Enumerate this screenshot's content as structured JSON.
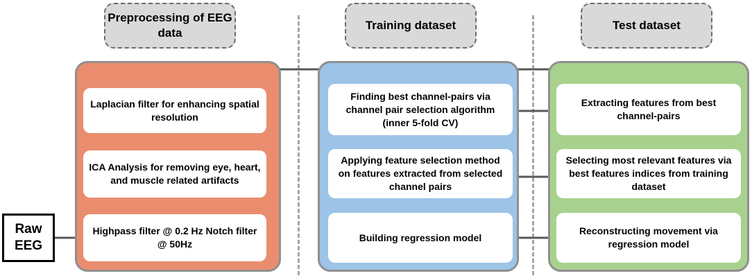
{
  "headers": {
    "preprocessing": "Preprocessing of EEG data",
    "training": "Training dataset",
    "test": "Test dataset"
  },
  "raw_input": "Raw EEG",
  "preprocessing_steps": {
    "laplacian": "Laplacian filter for enhancing spatial resolution",
    "ica": "ICA Analysis for removing eye, heart, and muscle related artifacts",
    "filters": "Highpass filter @ 0.2 Hz Notch filter @ 50Hz"
  },
  "training_steps": {
    "channel_pairs": "Finding best channel-pairs via channel pair selection algorithm (inner 5-fold CV)",
    "feature_selection": "Applying feature selection method on features extracted from selected channel pairs",
    "regression": "Building regression model"
  },
  "test_steps": {
    "extract": "Extracting features from best channel-pairs",
    "select": "Selecting most relevant features via best features indices from training dataset",
    "reconstruct": "Reconstructing movement via regression model"
  },
  "colors": {
    "preprocessing_panel": "#ea8d6f",
    "training_panel": "#9dc3e6",
    "test_panel": "#a9d18e",
    "header_fill": "#d9d9d9",
    "arrow": "#595959"
  }
}
